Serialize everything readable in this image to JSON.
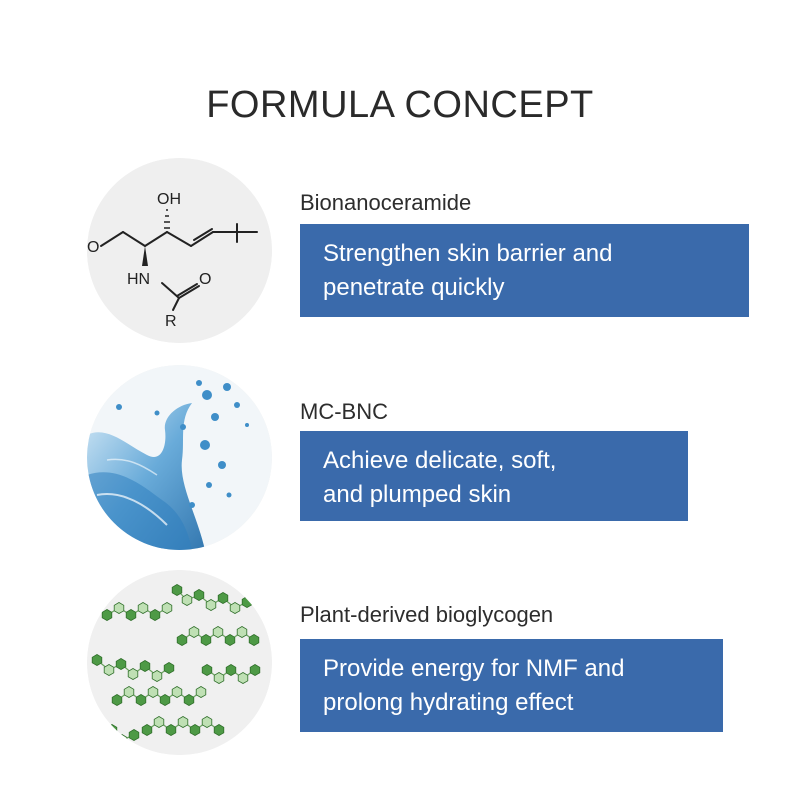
{
  "title": "FORMULA CONCEPT",
  "colors": {
    "box_blue": "#3a6aab",
    "water_blue": "#3f8ec8",
    "leaf_green": "#4e9a46"
  },
  "items": [
    {
      "icon": "ceramide-molecule-icon",
      "name": "Bionanoceramide",
      "lines": [
        "Strengthen skin barrier and",
        "penetrate quickly"
      ],
      "molecule_labels": {
        "oh": "OH",
        "o_left": "O",
        "nh": "HN",
        "o_carbonyl": "O",
        "r": "R"
      }
    },
    {
      "icon": "water-splash-icon",
      "name": "MC-BNC",
      "lines": [
        "Achieve delicate, soft,",
        "and plumped skin"
      ]
    },
    {
      "icon": "glycogen-chain-icon",
      "name": "Plant-derived bioglycogen",
      "lines": [
        "Provide energy for NMF and",
        "prolong hydrating effect"
      ]
    }
  ]
}
